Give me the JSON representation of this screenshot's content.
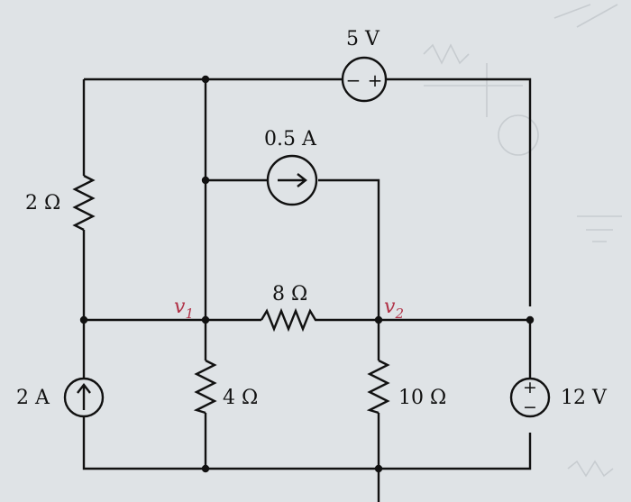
{
  "circuit": {
    "labels": {
      "r_2ohm": "2 Ω",
      "r_4ohm": "4 Ω",
      "r_8ohm": "8 Ω",
      "r_10ohm": "10 Ω",
      "is_2a": "2 A",
      "is_05a": "0.5 A",
      "vs_5v": "5 V",
      "vs_12v": "12 V"
    },
    "nodes": {
      "v1": {
        "base": "v",
        "sub": "1"
      },
      "v2": {
        "base": "v",
        "sub": "2"
      }
    },
    "source_marks": {
      "plus": "+",
      "minus": "−"
    }
  }
}
